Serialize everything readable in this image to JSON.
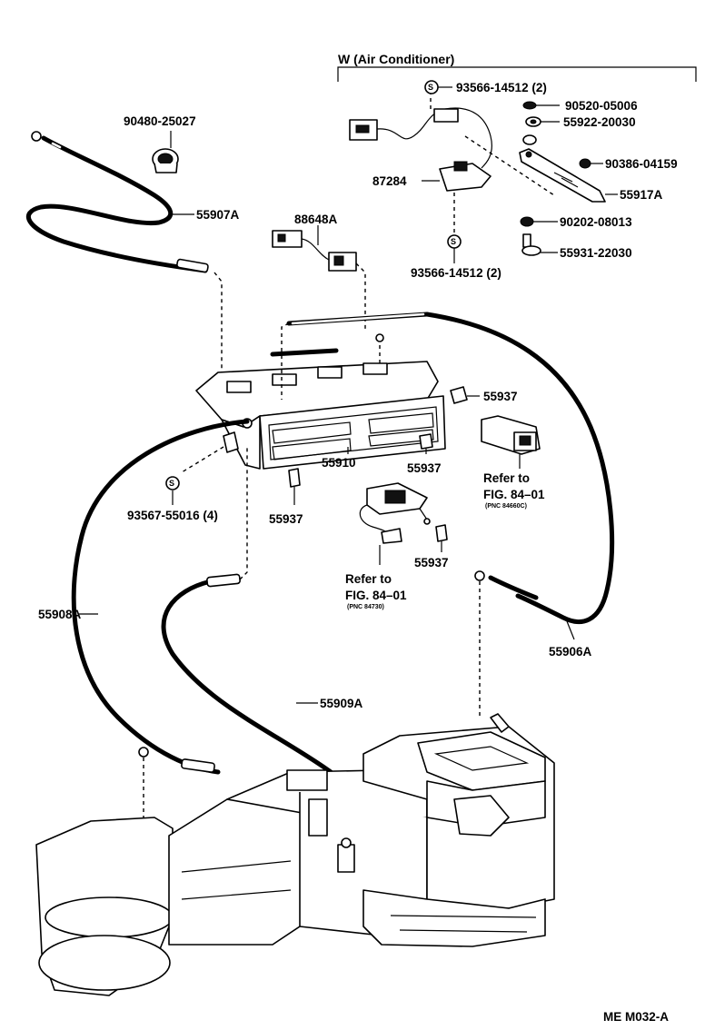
{
  "header": {
    "section": "W (Air Conditioner)"
  },
  "labels": {
    "p90480": "90480-25027",
    "p55907A": "55907A",
    "p88648A": "88648A",
    "p93566_top": "93566-14512 (2)",
    "p90520": "90520-05006",
    "p55922": "55922-20030",
    "p87284": "87284",
    "p90386": "90386-04159",
    "p55917A": "55917A",
    "p90202": "90202-08013",
    "p55931": "55931-22030",
    "p93566_bot": "93566-14512 (2)",
    "p55937_a": "55937",
    "p55910": "55910",
    "p55937_b": "55937",
    "p55937_c": "55937",
    "p55937_d": "55937",
    "p93567": "93567-55016 (4)",
    "ref1_line1": "Refer to",
    "ref1_line2": "FIG. 84–01",
    "ref1_line3": "(PNC 84660C)",
    "ref2_line1": "Refer to",
    "ref2_line2": "FIG. 84–01",
    "ref2_line3": "(PNC 84730)",
    "p55908A": "55908A",
    "p55906A": "55906A",
    "p55909A": "55909A",
    "s_symbol": "S",
    "footer": "ME M032-A"
  }
}
